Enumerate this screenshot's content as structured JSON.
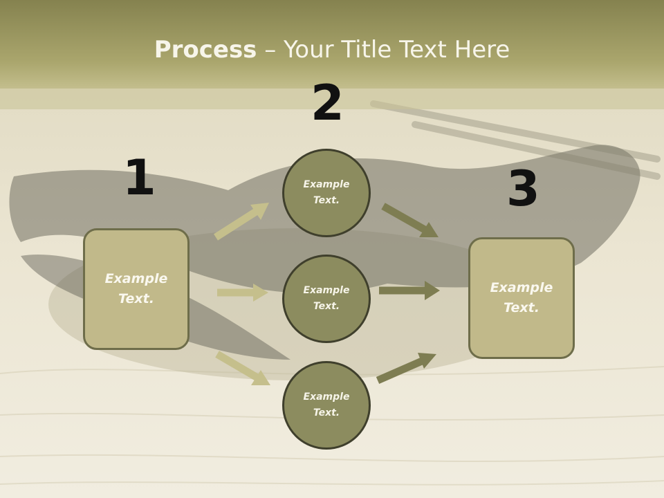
{
  "title": {
    "bold": "Process",
    "rest": " – Your Title Text Here"
  },
  "steps": [
    {
      "number": "1",
      "text": "Example\nText."
    },
    {
      "number": "2",
      "text": ""
    },
    {
      "number": "3",
      "text": "Example\nText."
    }
  ],
  "circles": [
    {
      "text": "Example\nText."
    },
    {
      "text": "Example\nText."
    },
    {
      "text": "Example\nText."
    }
  ],
  "colors": {
    "box_fill": "#c1b98a",
    "circle_fill": "#8c8c5f",
    "arrow_light": "#c5bf8c",
    "arrow_dark": "#7e7d52",
    "header_band": "#a9a66c"
  }
}
